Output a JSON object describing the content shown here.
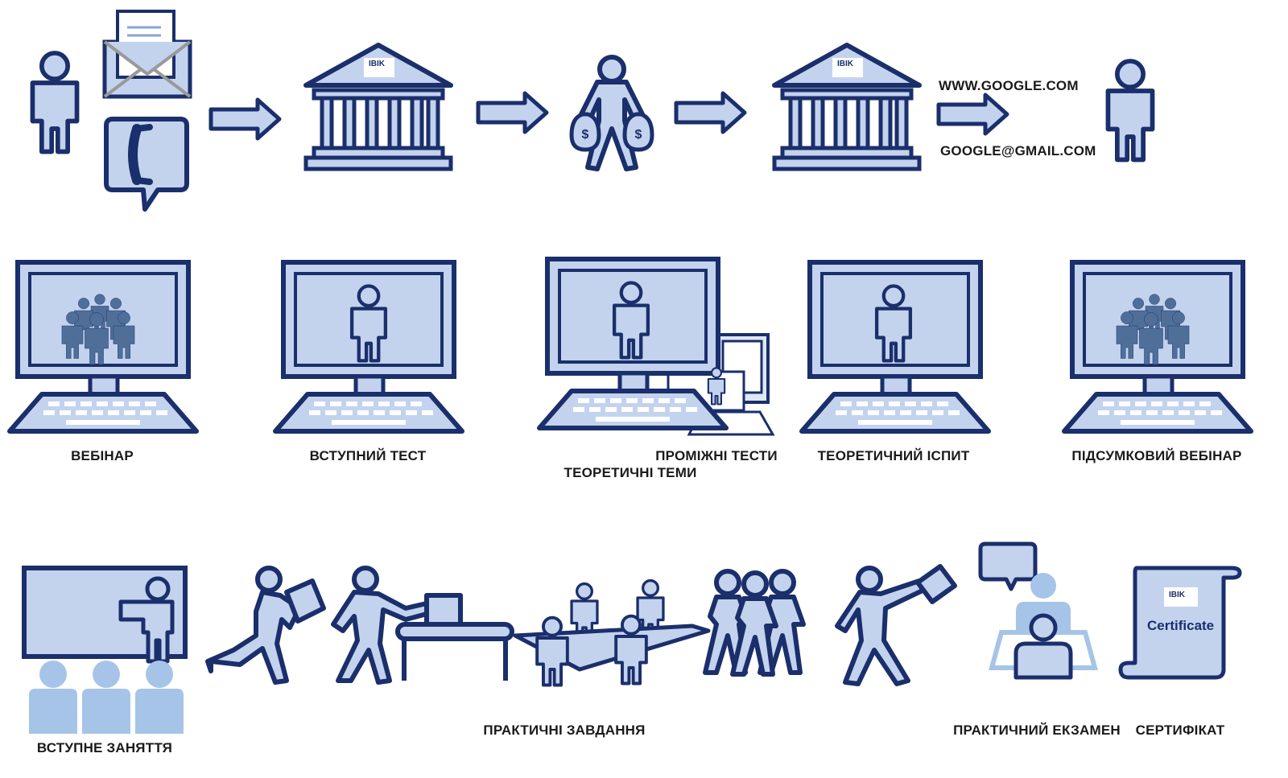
{
  "row1": {
    "logo_text": "IBIK",
    "url_text": "WWW.GOOGLE.COM",
    "email_text": "GOOGLE@GMAIL.COM",
    "icons": [
      "person-icon",
      "envelope-icon",
      "phone-chat-icon",
      "arrow-right-icon",
      "bank-building-icon",
      "money-bags-person-icon",
      "arrow-right-icon",
      "bank-building-icon",
      "arrow-right-icon",
      "person-icon"
    ]
  },
  "row2": {
    "items": [
      {
        "label": "ВЕБІНАР",
        "icon": "laptop-group-icon"
      },
      {
        "label": "ВСТУПНИЙ ТЕСТ",
        "icon": "laptop-person-icon"
      },
      {
        "label": "ПРОМІЖНІ ТЕСТИ",
        "icon": "laptop-desktop-icon"
      },
      {
        "label": "ТЕОРЕТИЧНІ ТЕМИ",
        "icon": "laptop-desktop-icon"
      },
      {
        "label": "ТЕОРЕТИЧНИЙ ІСПИТ",
        "icon": "laptop-person-icon"
      },
      {
        "label": "ПІДСУМКОВИЙ ВЕБІНАР",
        "icon": "laptop-group-icon"
      }
    ]
  },
  "row3": {
    "intro_label": "ВСТУПНЕ ЗАНЯТТЯ",
    "tasks_label": "ПРАКТИЧНІ ЗАВДАННЯ",
    "exam_label": "ПРАКТИЧНИЙ ЕКЗАМЕН",
    "certificate_label": "СЕРТИФІКАТ",
    "certificate_text": "Certificate",
    "certificate_logo": "IBIK"
  },
  "colors": {
    "outline": "#1a2f6b",
    "fill": "#c3d3ee",
    "dark_person": "#4f6f99",
    "pale_person": "#a6c4e8"
  }
}
